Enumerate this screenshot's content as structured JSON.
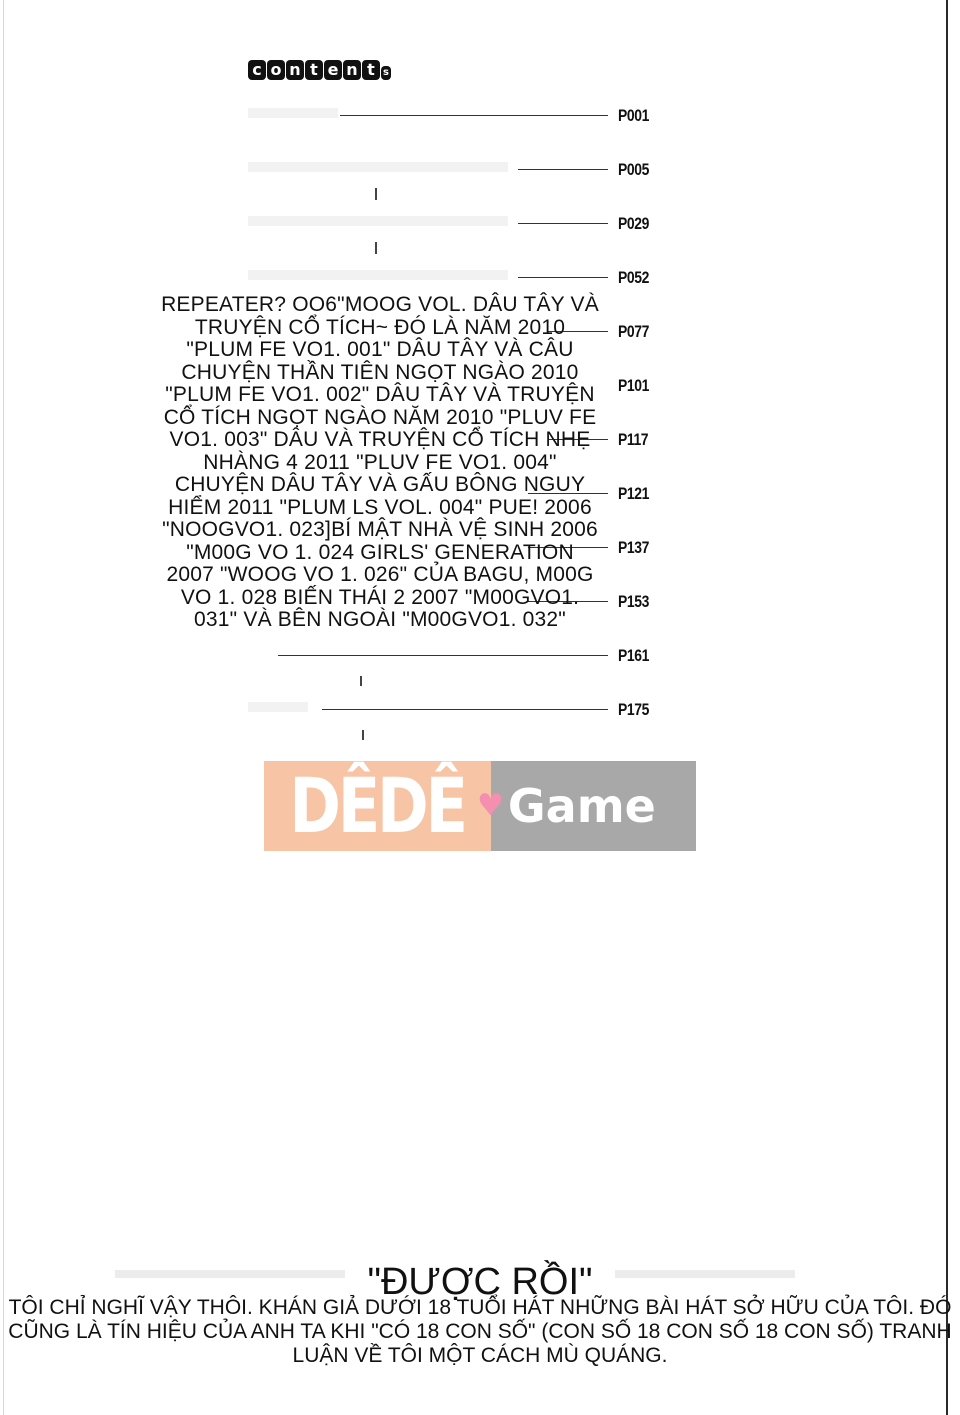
{
  "contents_heading": {
    "letters": [
      "c",
      "o",
      "n",
      "t",
      "e",
      "n",
      "t",
      "s"
    ]
  },
  "toc": {
    "entries": [
      {
        "page": "P001"
      },
      {
        "page": "P005"
      },
      {
        "page": "P029"
      },
      {
        "page": "P052"
      },
      {
        "page": "P077"
      },
      {
        "page": "P101"
      },
      {
        "page": "P117"
      },
      {
        "page": "P121"
      },
      {
        "page": "P137"
      },
      {
        "page": "P153"
      },
      {
        "page": "P161"
      },
      {
        "page": "P175"
      }
    ]
  },
  "translation_overlay": {
    "text": "REPEATER? OO6\"MOOG VOL. DÂU TÂY VÀ TRUYỆN CỔ TÍCH~ ĐÓ LÀ NĂM 2010 \"PLUM FE VO1. 001\" DÂU TÂY VÀ CÂU CHUYỆN THẦN TIÊN NGỌT NGÀO 2010 \"PLUM FE VO1. 002\" DÂU TÂY VÀ TRUYỆN CỔ TÍCH NGỌT NGÀO NĂM 2010 \"PLUV FE VO1. 003\" DÂU VÀ TRUYỆN CỔ TÍCH NHẸ NHÀNG 4 2011 \"PLUV FE VO1. 004\" CHUYỆN DÂU TÂY VÀ GẤU BÔNG NGUY HIỂM 2011 \"PLUM LS VOL. 004\" PUE! 2006 \"NOOGVO1. 023]BÍ MẬT NHÀ VỆ SINH 2006 \"M00G VO 1. 024 GIRLS' GENERATION 2007 \"WOOG VO 1. 026\" CỦA BAGU, M00G VO 1. 028 BIẾN THÁI 2 2007 \"M00GVO1. 031\" VÀ BÊN NGOÀI \"M00GVO1. 032\""
  },
  "watermark": {
    "left": "DÊDÊ",
    "heart": "♥",
    "right": "Game",
    "colors": {
      "left_bg": "#f7c4a5",
      "right_bg": "#a8a8a8",
      "heart": "#f58fb0"
    }
  },
  "bottom": {
    "title": "\"ĐƯỢC RỒI\"",
    "text": "TÔI CHỈ NGHĨ VẬY THÔI. KHÁN GIẢ DƯỚI 18 TUỔI HÁT NHỮNG BÀI HÁT SỞ HỮU CỦA TÔI. ĐÓ CŨNG LÀ TÍN HIỆU CỦA ANH TA KHI \"CÓ 18 CON SỐ\" (CON SỐ 18 CON SỐ 18 CON SỐ) TRANH LUẬN VỀ TÔI MỘT CÁCH MÙ QUÁNG."
  }
}
